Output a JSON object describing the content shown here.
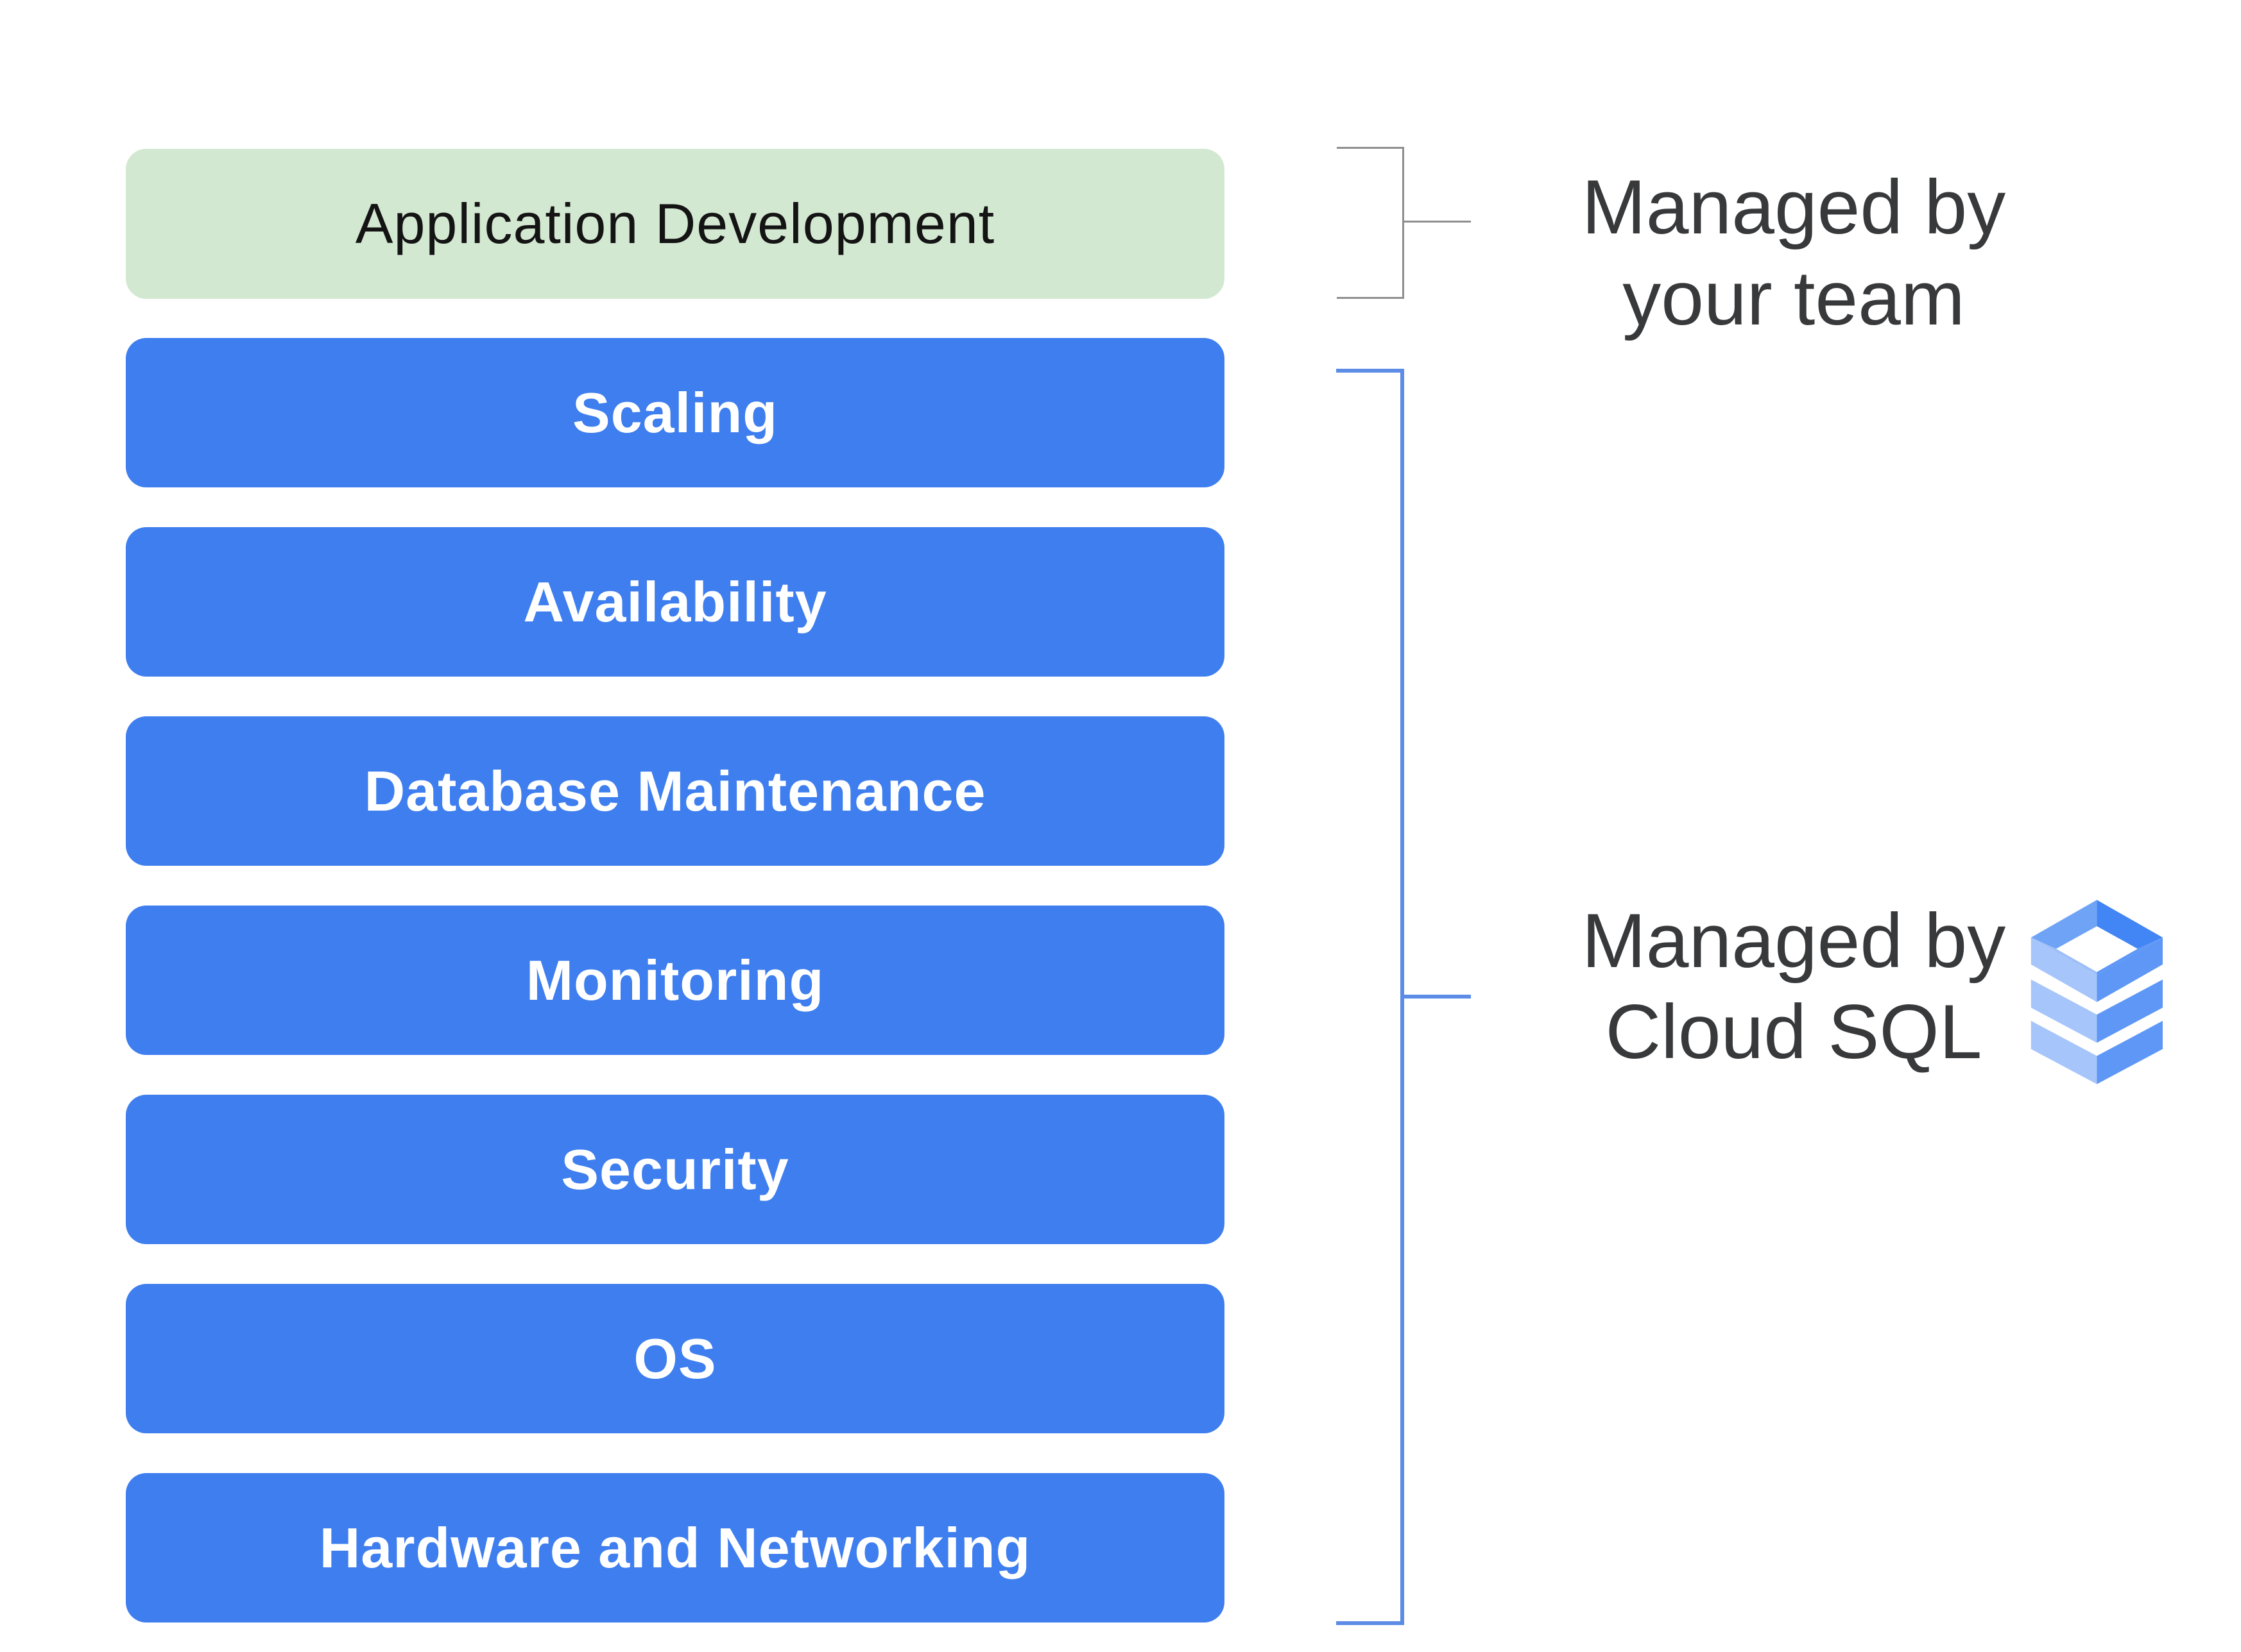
{
  "diagram": {
    "background": "#ffffff",
    "stack": {
      "top_box": {
        "label": "Application Development",
        "fill": "#D3E8D1",
        "text_color": "#141414"
      },
      "managed_boxes": [
        {
          "label": "Scaling"
        },
        {
          "label": "Availability"
        },
        {
          "label": "Database Maintenance"
        },
        {
          "label": "Monitoring"
        },
        {
          "label": "Security"
        },
        {
          "label": "OS"
        },
        {
          "label": "Hardware and Networking"
        }
      ],
      "managed_box_fill": "#3E7EEF",
      "managed_box_text_color": "#FFFFFF"
    },
    "annotations": {
      "team": {
        "line1": "Managed by",
        "line2": "your team",
        "text_color": "#38393B",
        "bracket_color": "#8E8E8E"
      },
      "cloudsql": {
        "line1": "Managed by",
        "line2": "Cloud SQL",
        "text_color": "#38393B",
        "bracket_color": "#5C8CE6",
        "icon": "cloud-sql-icon",
        "icon_colors": {
          "light": "#A6C5FA",
          "mid": "#5E97F6",
          "mid2": "#6FA3F5",
          "band_bl": "#9CBEF9",
          "dark": "#4285F4"
        }
      }
    }
  }
}
